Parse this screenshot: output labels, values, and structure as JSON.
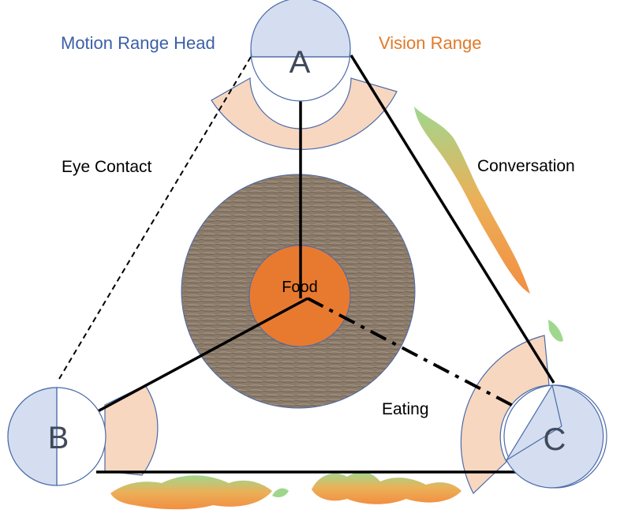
{
  "legend": {
    "motion_range": "Motion Range Head",
    "vision_range": "Vision Range"
  },
  "relations": {
    "eye_contact": "Eye Contact",
    "conversation": "Conversation",
    "eating": "Eating"
  },
  "table": {
    "food": "Food"
  },
  "persons": {
    "a": "A",
    "b": "B",
    "c": "C"
  },
  "colors": {
    "motion_fill": "#d4def0",
    "motion_stroke": "#4a6aa8",
    "vision_fill": "#f7d7c0",
    "vision_stroke": "#4a6aa8",
    "food": "#e87a30",
    "table_wood": "#8a7a68",
    "motion_text": "#3c5fa8",
    "vision_text": "#e07a2a"
  }
}
